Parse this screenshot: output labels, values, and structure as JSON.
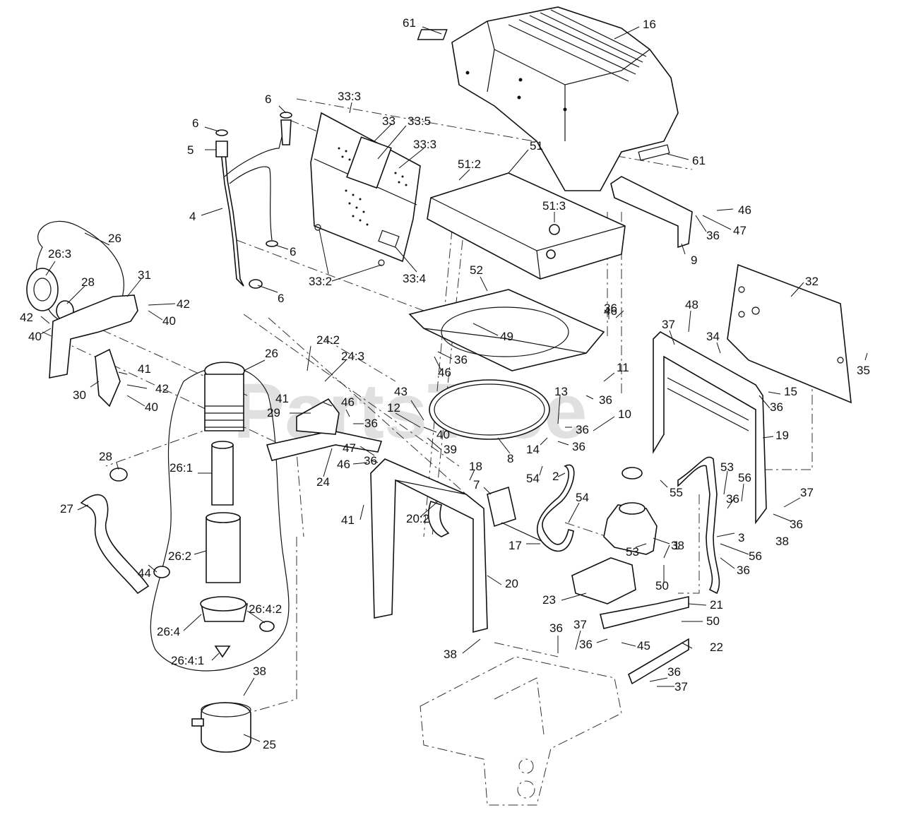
{
  "watermark": "PartsTree",
  "callouts": [
    {
      "id": "c61a",
      "text": "61"
    },
    {
      "id": "c16",
      "text": "16"
    },
    {
      "id": "c61b",
      "text": "61"
    },
    {
      "id": "c6a",
      "text": "6"
    },
    {
      "id": "c6b",
      "text": "6"
    },
    {
      "id": "c5",
      "text": "5"
    },
    {
      "id": "c4",
      "text": "4"
    },
    {
      "id": "c6c",
      "text": "6"
    },
    {
      "id": "c6d",
      "text": "6"
    },
    {
      "id": "c33_3a",
      "text": "33:3"
    },
    {
      "id": "c33",
      "text": "33"
    },
    {
      "id": "c33_5",
      "text": "33:5"
    },
    {
      "id": "c33_3b",
      "text": "33:3"
    },
    {
      "id": "c33_2",
      "text": "33:2"
    },
    {
      "id": "c33_4",
      "text": "33:4"
    },
    {
      "id": "c51_2",
      "text": "51:2"
    },
    {
      "id": "c51",
      "text": "51"
    },
    {
      "id": "c51_3",
      "text": "51:3"
    },
    {
      "id": "c46a",
      "text": "46"
    },
    {
      "id": "c36a",
      "text": "36"
    },
    {
      "id": "c47a",
      "text": "47"
    },
    {
      "id": "c9",
      "text": "9"
    },
    {
      "id": "c26a",
      "text": "26"
    },
    {
      "id": "c26_3",
      "text": "26:3"
    },
    {
      "id": "c28a",
      "text": "28"
    },
    {
      "id": "c31",
      "text": "31"
    },
    {
      "id": "c42a",
      "text": "42"
    },
    {
      "id": "c40a",
      "text": "40"
    },
    {
      "id": "c42b",
      "text": "42"
    },
    {
      "id": "c40b",
      "text": "40"
    },
    {
      "id": "c52",
      "text": "52"
    },
    {
      "id": "c49",
      "text": "49"
    },
    {
      "id": "c36b",
      "text": "36"
    },
    {
      "id": "c46b",
      "text": "46"
    },
    {
      "id": "c32",
      "text": "32"
    },
    {
      "id": "c37a",
      "text": "37"
    },
    {
      "id": "c48",
      "text": "48"
    },
    {
      "id": "c34",
      "text": "34"
    },
    {
      "id": "c35",
      "text": "35"
    },
    {
      "id": "c26b",
      "text": "26"
    },
    {
      "id": "c24_2",
      "text": "24:2"
    },
    {
      "id": "c24_3",
      "text": "24:3"
    },
    {
      "id": "c41a",
      "text": "41"
    },
    {
      "id": "c30",
      "text": "30"
    },
    {
      "id": "c42c",
      "text": "42"
    },
    {
      "id": "c40c",
      "text": "40"
    },
    {
      "id": "c46c",
      "text": "46"
    },
    {
      "id": "c36c",
      "text": "36"
    },
    {
      "id": "c11",
      "text": "11"
    },
    {
      "id": "c36d",
      "text": "36"
    },
    {
      "id": "c15",
      "text": "15"
    },
    {
      "id": "c36e",
      "text": "36"
    },
    {
      "id": "c41b",
      "text": "41"
    },
    {
      "id": "c29",
      "text": "29"
    },
    {
      "id": "c46d",
      "text": "46"
    },
    {
      "id": "c36f",
      "text": "36"
    },
    {
      "id": "c43",
      "text": "43"
    },
    {
      "id": "c12",
      "text": "12"
    },
    {
      "id": "c40d",
      "text": "40"
    },
    {
      "id": "c39",
      "text": "39"
    },
    {
      "id": "c13",
      "text": "13"
    },
    {
      "id": "c36g",
      "text": "36"
    },
    {
      "id": "c10",
      "text": "10"
    },
    {
      "id": "c14",
      "text": "14"
    },
    {
      "id": "c36h",
      "text": "36"
    },
    {
      "id": "c19",
      "text": "19"
    },
    {
      "id": "c8",
      "text": "8"
    },
    {
      "id": "c28b",
      "text": "28"
    },
    {
      "id": "c26_1",
      "text": "26:1"
    },
    {
      "id": "c24",
      "text": "24"
    },
    {
      "id": "c47b",
      "text": "47"
    },
    {
      "id": "c36i",
      "text": "36"
    },
    {
      "id": "c46e",
      "text": "46"
    },
    {
      "id": "c18",
      "text": "18"
    },
    {
      "id": "c7",
      "text": "7"
    },
    {
      "id": "c2",
      "text": "2"
    },
    {
      "id": "c54a",
      "text": "54"
    },
    {
      "id": "c55",
      "text": "55"
    },
    {
      "id": "c53a",
      "text": "53"
    },
    {
      "id": "c56a",
      "text": "56"
    },
    {
      "id": "c36j",
      "text": "36"
    },
    {
      "id": "c37b",
      "text": "37"
    },
    {
      "id": "c36k",
      "text": "36"
    },
    {
      "id": "c38a",
      "text": "38"
    },
    {
      "id": "c27",
      "text": "27"
    },
    {
      "id": "c41c",
      "text": "41"
    },
    {
      "id": "c20_2",
      "text": "20:2"
    },
    {
      "id": "c54b",
      "text": "54"
    },
    {
      "id": "c1",
      "text": "1"
    },
    {
      "id": "c3",
      "text": "3"
    },
    {
      "id": "c56b",
      "text": "56"
    },
    {
      "id": "c36l",
      "text": "36"
    },
    {
      "id": "c26_2",
      "text": "26:2"
    },
    {
      "id": "c17",
      "text": "17"
    },
    {
      "id": "c53b",
      "text": "53"
    },
    {
      "id": "c38b",
      "text": "38"
    },
    {
      "id": "c50a",
      "text": "50"
    },
    {
      "id": "c44",
      "text": "44"
    },
    {
      "id": "c20",
      "text": "20"
    },
    {
      "id": "c23",
      "text": "23"
    },
    {
      "id": "c21",
      "text": "21"
    },
    {
      "id": "c26_4_2",
      "text": "26:4:2"
    },
    {
      "id": "c26_4",
      "text": "26:4"
    },
    {
      "id": "c50b",
      "text": "50"
    },
    {
      "id": "c36m",
      "text": "36"
    },
    {
      "id": "c37c",
      "text": "37"
    },
    {
      "id": "c36n",
      "text": "36"
    },
    {
      "id": "c45",
      "text": "45"
    },
    {
      "id": "c22",
      "text": "22"
    },
    {
      "id": "c26_4_1",
      "text": "26:4:1"
    },
    {
      "id": "c38c",
      "text": "38"
    },
    {
      "id": "c38d",
      "text": "38"
    },
    {
      "id": "c36o",
      "text": "36"
    },
    {
      "id": "c37d",
      "text": "37"
    },
    {
      "id": "c25",
      "text": "25"
    }
  ]
}
